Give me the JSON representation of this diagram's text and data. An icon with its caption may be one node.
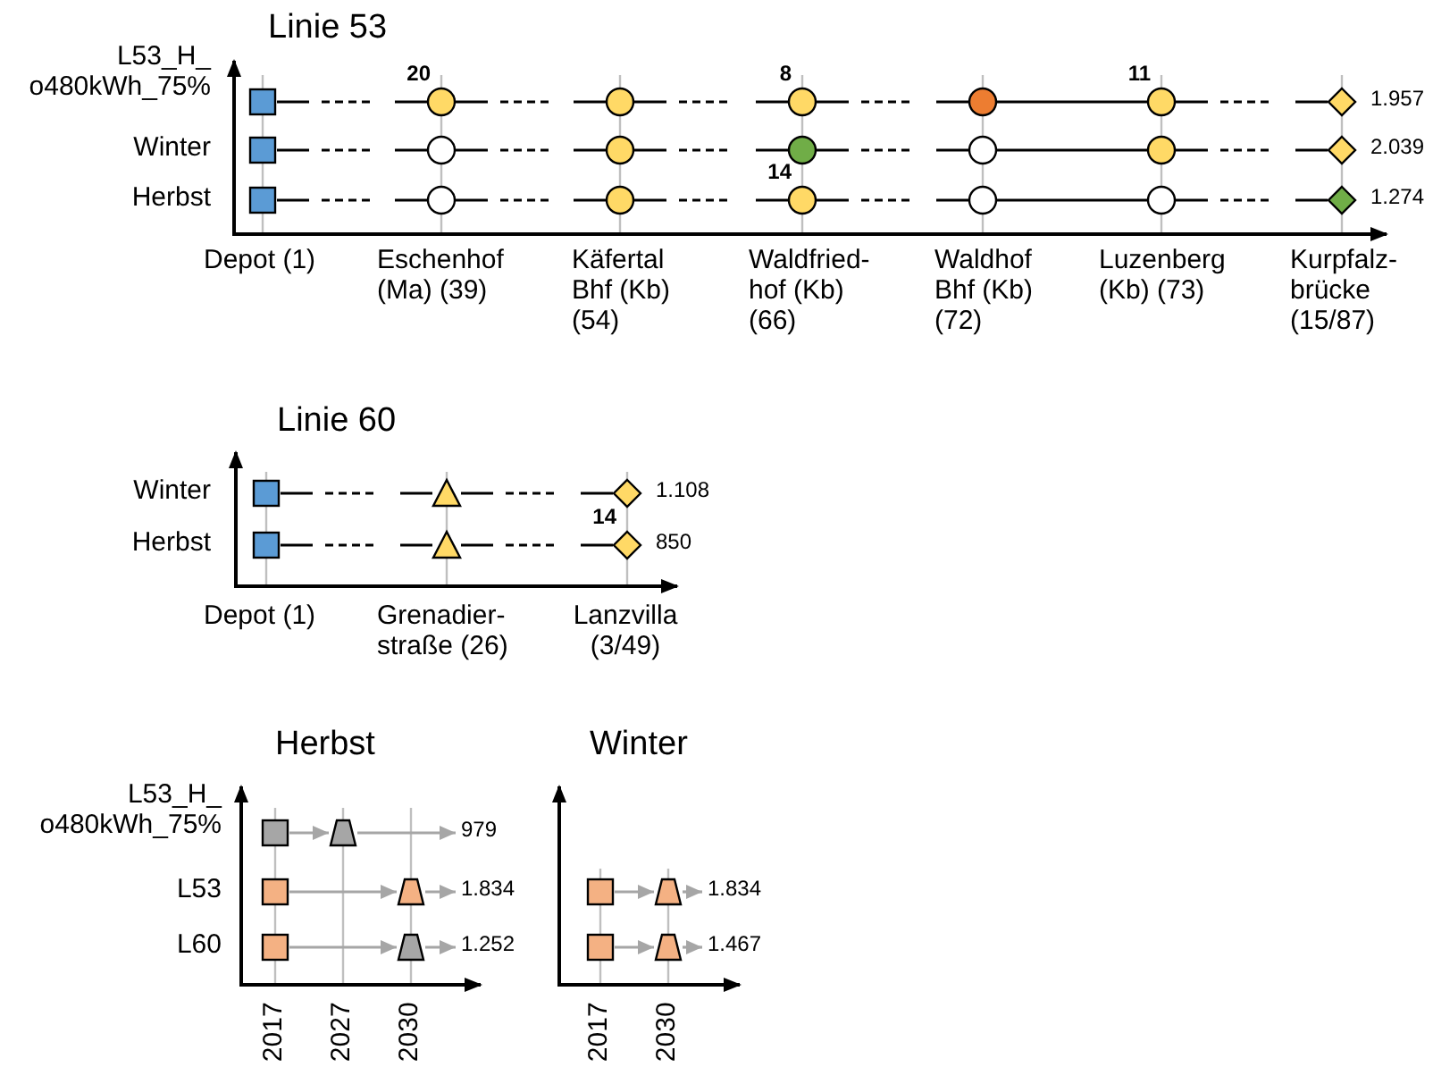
{
  "diagram": {
    "nodes": [
      {
        "text": [],
        "shape": "box"
      },
      {
        "text": [],
        "shape": "circle",
        "beside": [
          "20"
        ]
      },
      {
        "text": [],
        "shape": "circle"
      },
      {
        "text": [],
        "shape": "circle",
        "beside": [
          "8"
        ]
      },
      {
        "text": [],
        "shape": "circle"
      },
      {
        "text": [],
        "shape": "circle",
        "beside": [
          "11"
        ]
      },
      {
        "text": [],
        "shape": "diamond",
        "beside": [
          "1.957"
        ]
      },
      {
        "text": [],
        "shape": "box"
      },
      {
        "text": [],
        "shape": "circle"
      },
      {
        "text": [],
        "shape": "circle"
      },
      {
        "text": [],
        "shape": "circle"
      },
      {
        "text": [],
        "shape": "circle"
      },
      {
        "text": [],
        "shape": "circle"
      },
      {
        "text": [],
        "shape": "diamond",
        "beside": [
          "2.039"
        ]
      },
      {
        "text": [],
        "shape": "box"
      },
      {
        "text": [],
        "shape": "circle"
      },
      {
        "text": [],
        "shape": "circle"
      },
      {
        "text": [],
        "shape": "circle",
        "beside": [
          "14"
        ]
      },
      {
        "text": [],
        "shape": "circle"
      },
      {
        "text": [],
        "shape": "circle"
      },
      {
        "text": [],
        "shape": "diamond",
        "beside": [
          "1.274"
        ]
      },
      {
        "text": [],
        "shape": "box"
      },
      {
        "text": [],
        "shape": "triangle"
      },
      {
        "text": [],
        "shape": "diamond",
        "beside": [
          "1.108"
        ]
      },
      {
        "text": [],
        "shape": "box"
      },
      {
        "text": [],
        "shape": "triangle"
      },
      {
        "text": [],
        "shape": "diamond",
        "beside": [
          "14",
          "850"
        ]
      },
      {
        "text": [],
        "shape": "box"
      },
      {
        "text": [],
        "shape": "trapezoid"
      },
      {
        "text": [
          "979"
        ]
      },
      {
        "text": [],
        "shape": "box"
      },
      {
        "text": [],
        "shape": "trapezoid"
      },
      {
        "text": [
          "1.834"
        ]
      },
      {
        "text": [],
        "shape": "box"
      },
      {
        "text": [],
        "shape": "trapezoid"
      },
      {
        "text": [
          "1.252"
        ]
      },
      {
        "text": [],
        "shape": "box"
      },
      {
        "text": [],
        "shape": "trapezoid"
      },
      {
        "text": [
          "1.834"
        ]
      },
      {
        "text": [],
        "shape": "box"
      },
      {
        "text": [],
        "shape": "trapezoid"
      },
      {
        "text": [
          "1.467"
        ]
      }
    ],
    "edges": [
      {
        "from": 0,
        "to": 1,
        "arrow": "none",
        "style": "dashed"
      },
      {
        "from": 1,
        "to": 2,
        "arrow": "none",
        "style": "dashed"
      },
      {
        "from": 2,
        "to": 3,
        "arrow": "none",
        "style": "dashed"
      },
      {
        "from": 3,
        "to": 4,
        "arrow": "none",
        "style": "dashed"
      },
      {
        "from": 4,
        "to": 5,
        "arrow": "none"
      },
      {
        "from": 5,
        "to": 6,
        "arrow": "none",
        "style": "dashed"
      },
      {
        "from": 7,
        "to": 8,
        "arrow": "none",
        "style": "dashed"
      },
      {
        "from": 8,
        "to": 9,
        "arrow": "none",
        "style": "dashed"
      },
      {
        "from": 9,
        "to": 10,
        "arrow": "none",
        "style": "dashed"
      },
      {
        "from": 10,
        "to": 11,
        "arrow": "none",
        "style": "dashed"
      },
      {
        "from": 11,
        "to": 12,
        "arrow": "none"
      },
      {
        "from": 12,
        "to": 13,
        "arrow": "none",
        "style": "dashed"
      },
      {
        "from": 14,
        "to": 15,
        "arrow": "none",
        "style": "dashed"
      },
      {
        "from": 15,
        "to": 16,
        "arrow": "none",
        "style": "dashed"
      },
      {
        "from": 16,
        "to": 17,
        "arrow": "none",
        "style": "dashed"
      },
      {
        "from": 17,
        "to": 18,
        "arrow": "none",
        "style": "dashed"
      },
      {
        "from": 18,
        "to": 19,
        "arrow": "none"
      },
      {
        "from": 19,
        "to": 20,
        "arrow": "none",
        "style": "dashed"
      },
      {
        "from": 21,
        "to": 22,
        "arrow": "none",
        "style": "dashed"
      },
      {
        "from": 22,
        "to": 23,
        "arrow": "none",
        "style": "dashed"
      },
      {
        "from": 24,
        "to": 25,
        "arrow": "none",
        "style": "dashed"
      },
      {
        "from": 25,
        "to": 26,
        "arrow": "none",
        "style": "dashed"
      },
      {
        "from": 27,
        "to": 28,
        "arrow": "to",
        "color": "#a6a6a6"
      },
      {
        "from": 28,
        "to": 29,
        "arrow": "to",
        "color": "#a6a6a6"
      },
      {
        "from": 30,
        "to": 31,
        "arrow": "to",
        "color": "#a6a6a6"
      },
      {
        "from": 31,
        "to": 32,
        "arrow": "to",
        "color": "#a6a6a6"
      },
      {
        "from": 33,
        "to": 34,
        "arrow": "to",
        "color": "#a6a6a6"
      },
      {
        "from": 34,
        "to": 35,
        "arrow": "to",
        "color": "#a6a6a6"
      },
      {
        "from": 36,
        "to": 37,
        "arrow": "to",
        "color": "#a6a6a6"
      },
      {
        "from": 37,
        "to": 38,
        "arrow": "to",
        "color": "#a6a6a6"
      },
      {
        "from": 39,
        "to": 40,
        "arrow": "to",
        "color": "#a6a6a6"
      },
      {
        "from": 40,
        "to": 41,
        "arrow": "to",
        "color": "#a6a6a6"
      }
    ],
    "labels": [
      "Linie 53",
      "L53_H_ o480kWh_75%",
      "Winter",
      "Herbst",
      "Depot (1)",
      "Eschenhof (Ma) (39)",
      "Käfertal Bhf (Kb) (54)",
      "Waldfried- hof (Kb) (66)",
      "Waldhof Bhf (Kb) (72)",
      "Luzenberg (Kb) (73)",
      "Kurpfalz- brücke (15/87)",
      "Linie 60",
      "Winter",
      "Herbst",
      "Depot (1)",
      "Grenadier- straße (26)",
      "Lanzvilla (3/49)",
      "Herbst",
      "Winter",
      "L53_H_ o480kWh_75%",
      "L53",
      "L60",
      "2017",
      "2027",
      "2030",
      "2017",
      "2030"
    ]
  }
}
